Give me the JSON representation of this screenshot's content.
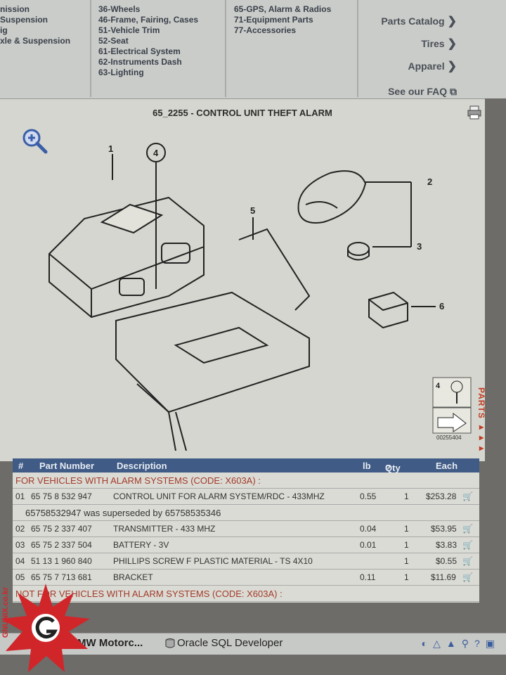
{
  "nav": {
    "col1": [
      "nission",
      "Suspension",
      "ig",
      "xle & Suspension"
    ],
    "col2": [
      "36-Wheels",
      "46-Frame, Fairing, Cases",
      "51-Vehicle Trim",
      "52-Seat",
      "61-Electrical System",
      "62-Instruments Dash",
      "63-Lighting"
    ],
    "col3": [
      "65-GPS, Alarm & Radios",
      "71-Equipment Parts",
      "77-Accessories"
    ],
    "links": [
      "Parts Catalog",
      "Tires",
      "Apparel"
    ],
    "faq": "See our FAQ"
  },
  "diagram": {
    "title": "65_2255 - CONTROL UNIT THEFT ALARM",
    "callouts": [
      "1",
      "2",
      "3",
      "4",
      "5",
      "6"
    ],
    "parts_tab": "PARTS",
    "ref_callout": "4",
    "ref_id": "00255404"
  },
  "table": {
    "headers": {
      "num": "#",
      "part": "Part Number",
      "desc": "Description",
      "lb": "lb",
      "qty": "Qty",
      "each": "Each"
    },
    "section1": "FOR VEHICLES WITH ALARM SYSTEMS (CODE: X603A) :",
    "rows": [
      {
        "num": "01",
        "part": "65 75 8 532 947",
        "desc": "CONTROL UNIT FOR ALARM SYSTEM/RDC - 433MHZ",
        "lb": "0.55",
        "qty": "1",
        "each": "$253.28"
      },
      {
        "num": "02",
        "part": "65 75 2 337 407",
        "desc": "TRANSMITTER - 433 MHZ",
        "lb": "0.04",
        "qty": "1",
        "each": "$53.95"
      },
      {
        "num": "03",
        "part": "65 75 2 337 504",
        "desc": "BATTERY - 3V",
        "lb": "0.01",
        "qty": "1",
        "each": "$3.83"
      },
      {
        "num": "04",
        "part": "51 13 1 960 840",
        "desc": "PHILLIPS SCREW F PLASTIC MATERIAL - TS 4X10",
        "lb": "",
        "qty": "1",
        "each": "$0.55"
      },
      {
        "num": "05",
        "part": "65 75 7 713 681",
        "desc": "BRACKET",
        "lb": "0.11",
        "qty": "1",
        "each": "$11.69"
      }
    ],
    "supersede_note": "65758532947 was superseded by 65758535346",
    "section2": "NOT FOR VEHICLES WITH ALARM SYSTEMS (CODE: X603A) :"
  },
  "taskbar": {
    "task1": "MW Motorc...",
    "task2": "Oracle SQL Developer"
  },
  "watermark": "GNUNIX.co.kr"
}
